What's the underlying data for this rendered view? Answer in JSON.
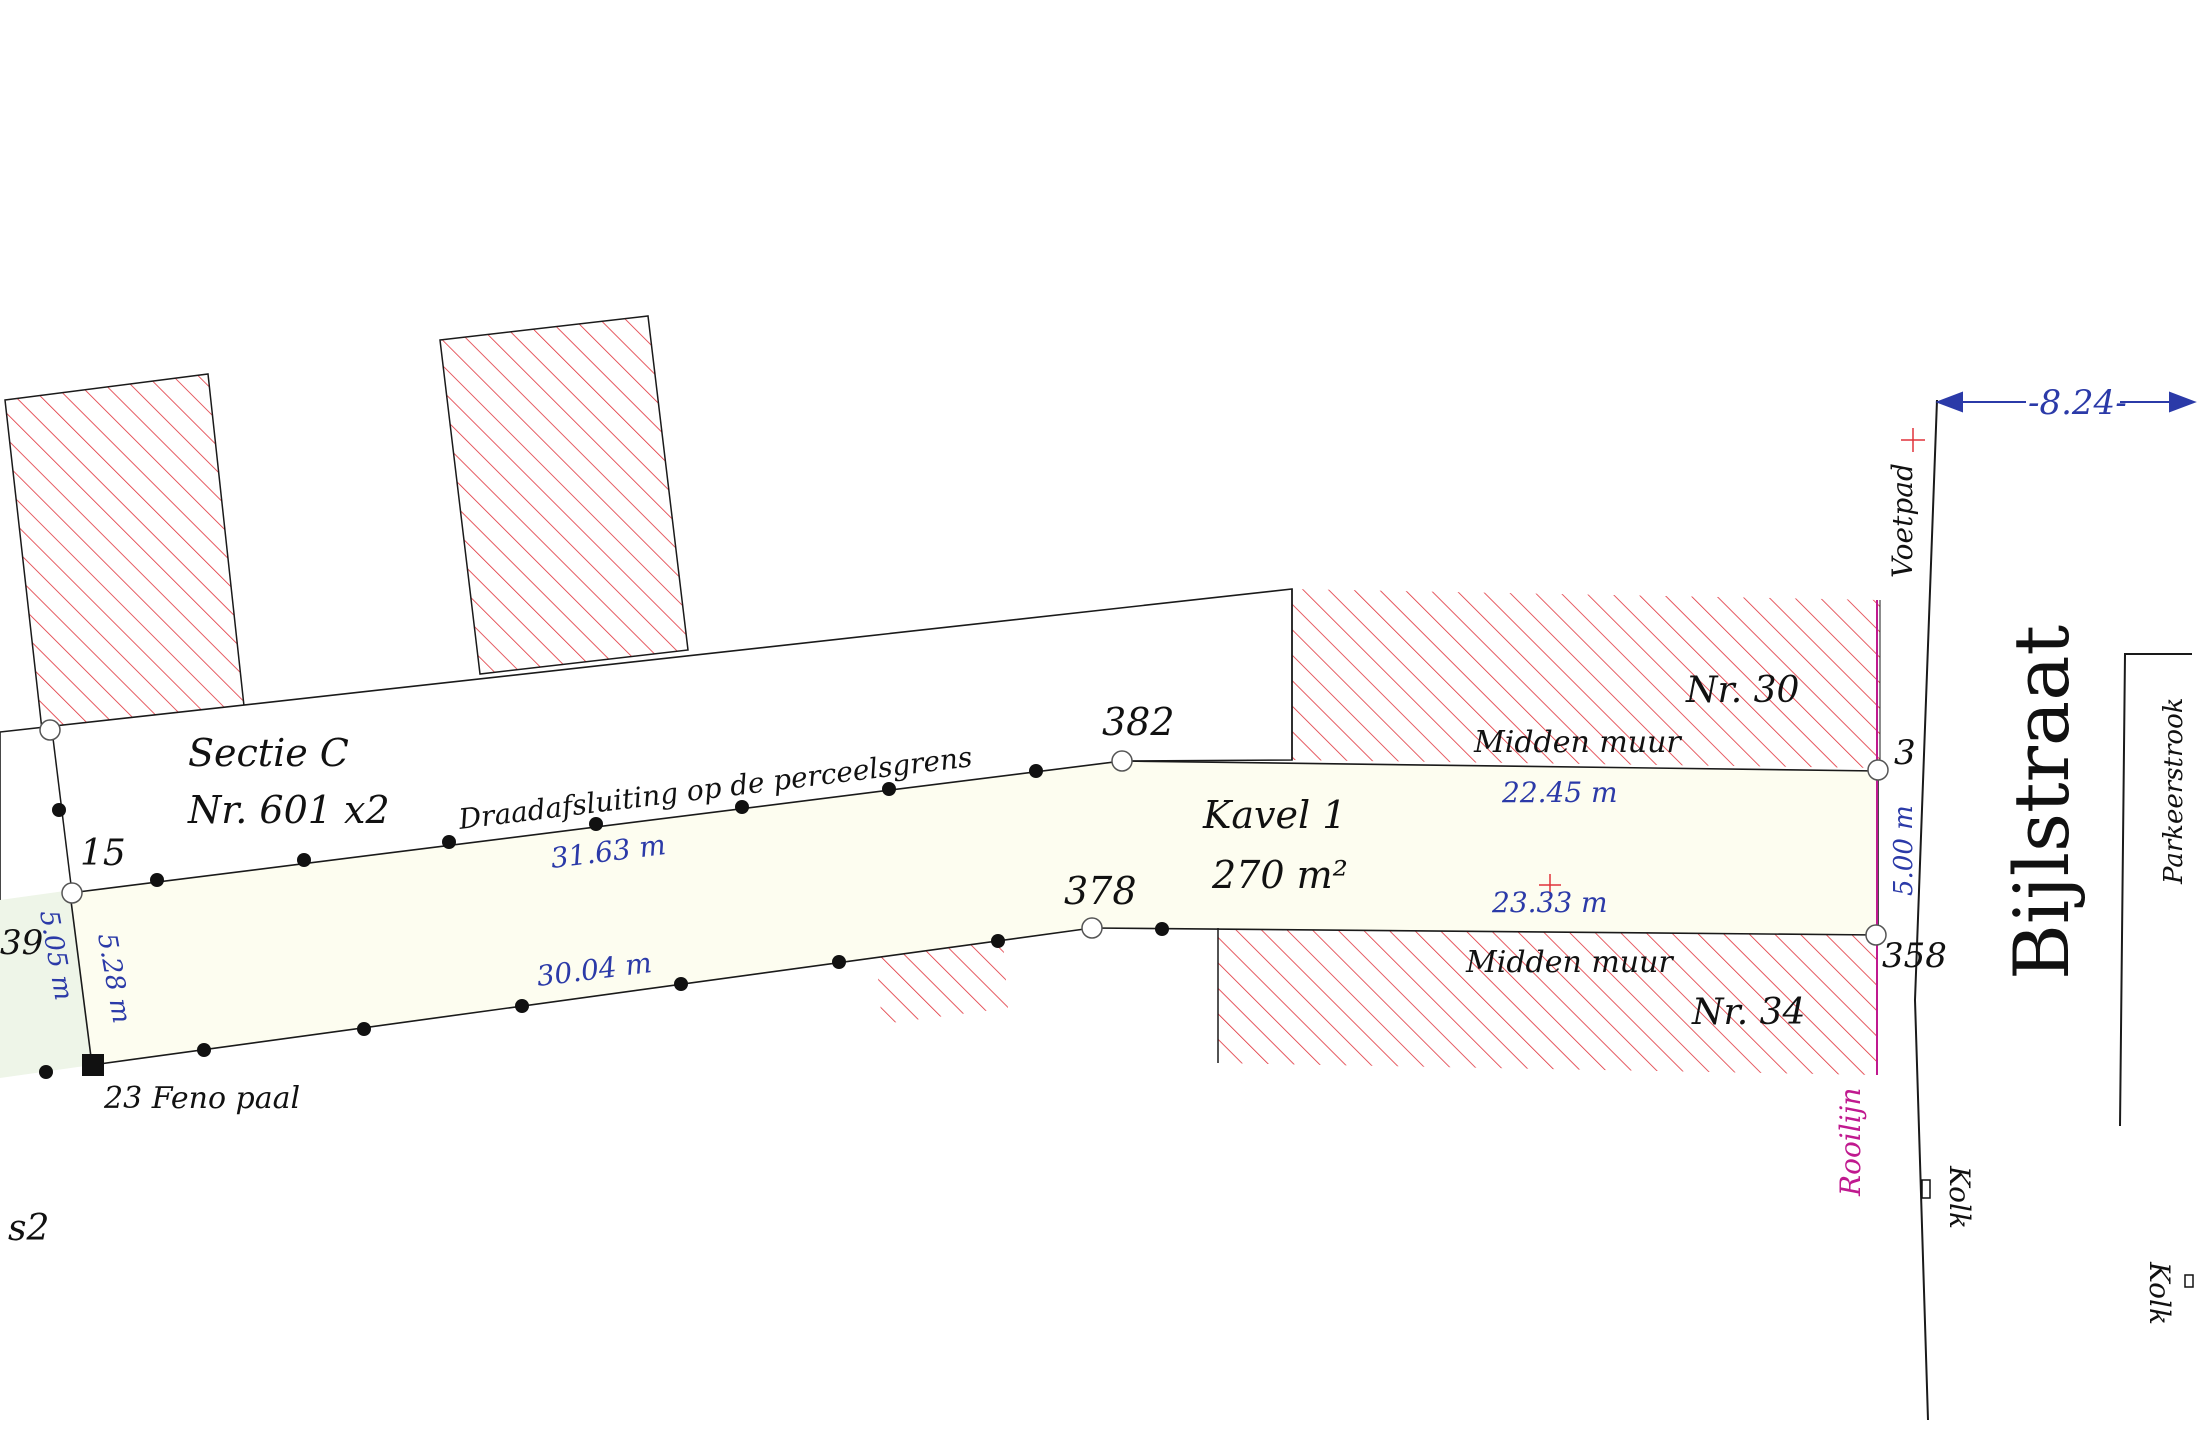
{
  "colors": {
    "line": "#1a1a1a",
    "hatch": "#e0323a",
    "dimension": "#2b3aa8",
    "rooilijn": "#c0198f",
    "plot_fill": "#fdfdf0",
    "neighbor_fill": "#eef5e8"
  },
  "labels": {
    "sectie_line1": "Sectie C",
    "sectie_line2": "Nr. 601 x2",
    "fence_note": "Draadafsluiting op de perceelsgrens",
    "kavel_name": "Kavel 1",
    "kavel_area": "270 m²",
    "nr30": "Nr. 30",
    "nr34": "Nr. 34",
    "midden_muur_top": "Midden muur",
    "midden_muur_bottom": "Midden muur",
    "feno_paal": "23 Feno paal",
    "partial_s2": "s2",
    "partial_39": "39"
  },
  "points": {
    "p382": "382",
    "p378": "378",
    "p15": "15",
    "p3": "3",
    "p358": "358"
  },
  "dimensions": {
    "top_long": "31.63 m",
    "bottom_long": "30.04 m",
    "top_right": "22.45 m",
    "bottom_right": "23.33 m",
    "right_width": "5.00 m",
    "left_width": "5.28 m",
    "far_left_width": "5.05 m",
    "street_offset": "-8.24-"
  },
  "street": {
    "name": "Bijlstraat",
    "voetpad": "Voetpad",
    "parkeerstrook": "Parkeerstrook",
    "kolk_1": "Kolk",
    "kolk_2": "Kolk",
    "rooilijn": "Rooilijn"
  }
}
